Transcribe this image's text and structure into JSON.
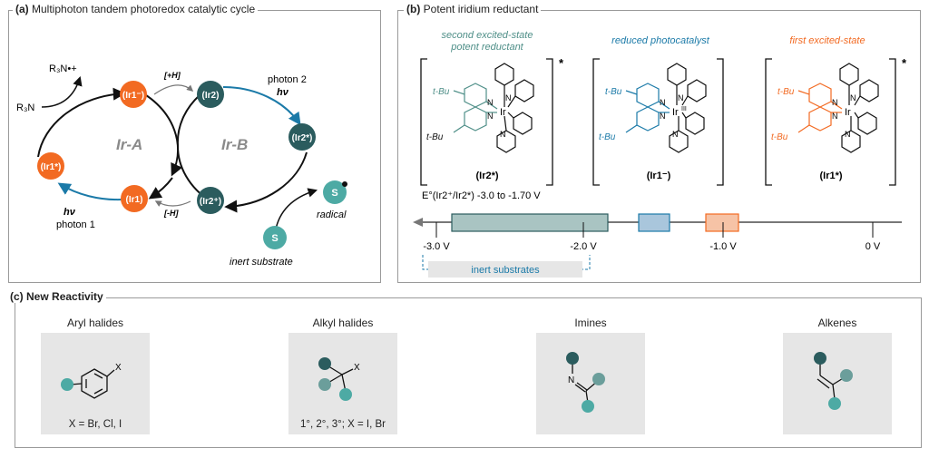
{
  "colors": {
    "orange": "#f26a22",
    "dark_teal": "#2b5c5e",
    "teal_substrate": "#4daaa4",
    "blue_arrow": "#1b7aa8",
    "gray_label": "#8a8a8a",
    "box_fill": "#e6e6e6",
    "bar_teal": "#a9c4c2",
    "bar_blue": "#a9c6dc",
    "bar_orange": "#f6c3a6"
  },
  "panel_a": {
    "label": "(a)",
    "title": "Multiphoton tandem photoredox catalytic cycle",
    "cycle_a_label": "Ir-A",
    "cycle_b_label": "Ir-B",
    "nodes": {
      "ir1_minus": "(Ir1⁻)",
      "ir1_star": "(Ir1*)",
      "ir1": "(Ir1)",
      "ir2": "(Ir2)",
      "ir2_star": "(Ir2*)",
      "ir2_plus": "(Ir2⁺)"
    },
    "amine": "R₃N",
    "amine_radical_cation": "R₃N•+",
    "plus_h": "[+H]",
    "minus_h": "[-H]",
    "photon1_label": "photon 1",
    "photon2_label": "photon 2",
    "hv": "hν",
    "substrate_letter": "S",
    "radical_label": "radical",
    "inert_label": "inert substrate"
  },
  "panel_b": {
    "label": "(b)",
    "title": "Potent iridium reductant",
    "col1_header_line1": "second excited-state",
    "col1_header_line2": "potent reductant",
    "col2_header": "reduced photocatalyst",
    "col3_header": "first excited-state",
    "name1": "(Ir2*)",
    "name2": "(Ir1⁻)",
    "name3": "(Ir1*)",
    "star": "*",
    "tbu": "t-Bu",
    "ir": "Ir",
    "ir_iii": "Ir",
    "ir_iii_sup": "III",
    "n": "N",
    "potential_text": "E°(Ir2⁺/Ir2*) -3.0 to -1.70 V",
    "ticks": [
      "-3.0 V",
      "-2.0 V",
      "-1.0 V",
      "0 V"
    ],
    "inert_substrates": "inert substrates"
  },
  "panel_c": {
    "label": "(c)",
    "title": "New Reactivity",
    "categories": [
      {
        "title": "Aryl halides",
        "caption": "X = Br, Cl, I"
      },
      {
        "title": "Alkyl halides",
        "caption": "1°, 2°, 3°; X =  I, Br"
      },
      {
        "title": "Imines",
        "caption": ""
      },
      {
        "title": "Alkenes",
        "caption": ""
      }
    ],
    "x": "X",
    "n": "N"
  }
}
